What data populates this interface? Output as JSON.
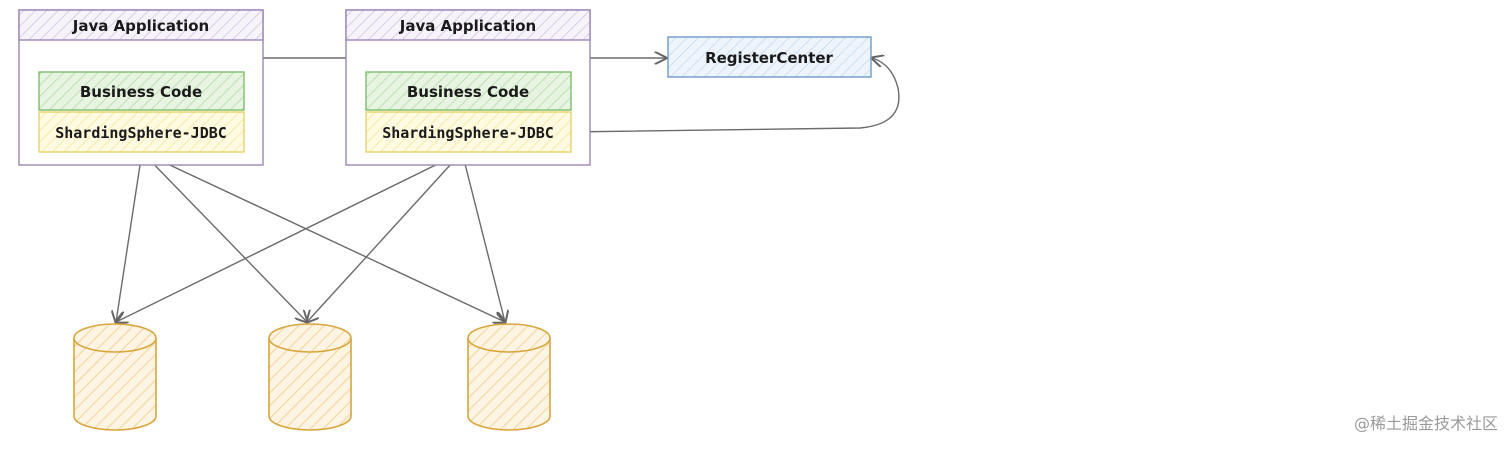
{
  "apps": [
    {
      "title": "Java Application",
      "business_code": "Business Code",
      "driver": "ShardingSphere-JDBC"
    },
    {
      "title": "Java Application",
      "business_code": "Business Code",
      "driver": "ShardingSphere-JDBC"
    }
  ],
  "register_center": {
    "label": "RegisterCenter"
  },
  "databases": [
    {},
    {},
    {}
  ],
  "watermark": "@稀土掘金技术社区",
  "colors": {
    "app_border": "#9b86b8",
    "business_fill": "#d9efd2",
    "business_border": "#7cbf6a",
    "driver_fill": "#fff7c9",
    "driver_border": "#e8d36a",
    "register_fill": "#e4eef8",
    "register_border": "#6f9bc7",
    "db_fill": "#fbe9c6",
    "db_border": "#d8a63c",
    "arrow": "#666666"
  }
}
